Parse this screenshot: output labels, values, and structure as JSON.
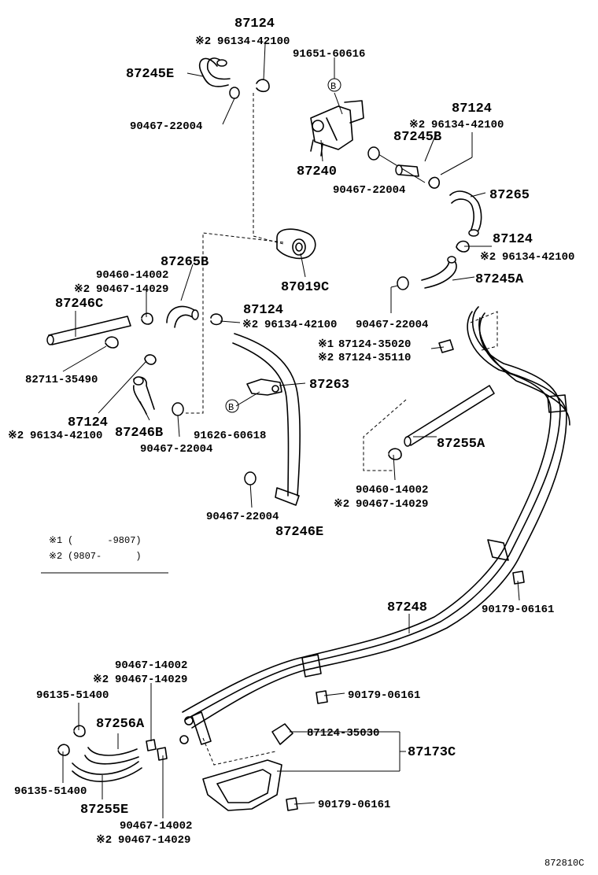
{
  "labels": {
    "l01": "87124",
    "l02": "96134-42100",
    "l03": "91651-60616",
    "l04": "87245E",
    "l05": "90467-22004",
    "l06": "87124",
    "l07": "96134-42100",
    "l08": "87245B",
    "l09": "87240",
    "l10": "90467-22004",
    "l11": "87265",
    "l12": "87124",
    "l13": "96134-42100",
    "l14": "87019C",
    "l15": "87245A",
    "l16": "87265B",
    "l17": "90460-14002",
    "l18": "90467-14029",
    "l19": "87246C",
    "l20": "87124",
    "l21": "96134-42100",
    "l22": "90467-22004",
    "l23": "87124-35020",
    "l24": "87124-35110",
    "l25": "82711-35490",
    "l26": "87263",
    "l27": "87124",
    "l28": "96134-42100",
    "l29": "87246B",
    "l30": "91626-60618",
    "l31": "90467-22004",
    "l32": "87255A",
    "l33": "90460-14002",
    "l34": "90467-14029",
    "l35": "90467-22004",
    "l36": "87246E",
    "l37": "87248",
    "l38": "90179-06161",
    "l39": "90467-14002",
    "l40": "90467-14029",
    "l41": "96135-51400",
    "l42": "90179-06161",
    "l43": "87256A",
    "l44": "87124-35030",
    "l45": "87173C",
    "l46": "96135-51400",
    "l47": "87255E",
    "l48": "90179-06161",
    "l49": "90467-14002",
    "l50": "90467-14029"
  },
  "marks": {
    "m2": "※2",
    "m1": "※1",
    "b": "B"
  },
  "legend": {
    "row1_mark": "※1",
    "row1_text": "(      -9807)",
    "row2_mark": "※2",
    "row2_text": "(9807-      )"
  },
  "footer": {
    "code": "872810C"
  }
}
